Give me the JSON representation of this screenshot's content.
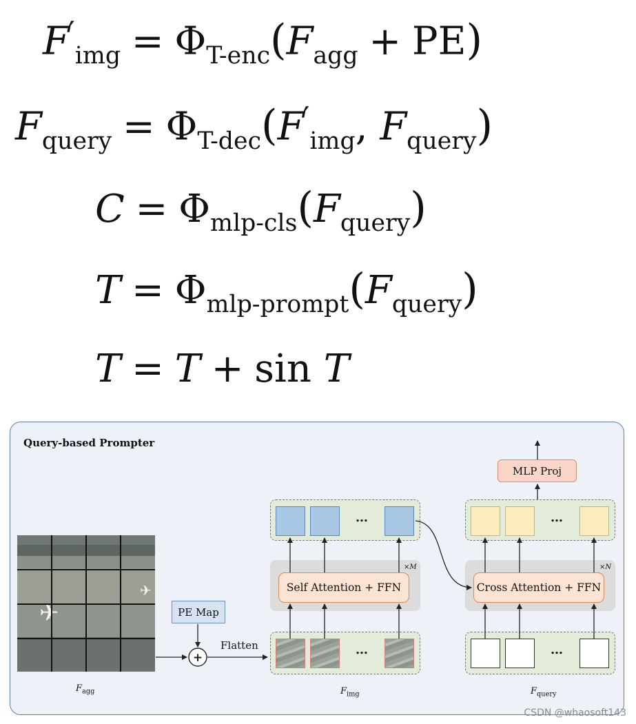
{
  "equations": {
    "eq1": {
      "lhs": "F",
      "lhs_sub": "img",
      "fn_sub": "T-enc",
      "arg1": "F",
      "arg1_sub": "agg",
      "plus": "+",
      "arg2": "PE"
    },
    "eq2": {
      "lhs": "F",
      "lhs_sub": "query",
      "fn_sub": "T-dec",
      "arg1": "F",
      "arg1_sub": "img",
      "arg2": "F",
      "arg2_sub": "query"
    },
    "eq3": {
      "lhs": "C",
      "fn_sub": "mlp-cls",
      "arg": "F",
      "arg_sub": "query"
    },
    "eq4": {
      "lhs": "T",
      "fn_sub": "mlp-prompt",
      "arg": "F",
      "arg_sub": "query"
    },
    "eq5": {
      "lhs": "T",
      "rhs1": "T",
      "plus": "+",
      "fn": "sin",
      "arg": "T"
    }
  },
  "symbols": {
    "equals": "=",
    "phi": "Φ",
    "prime": "′",
    "lparen": "(",
    "rparen": ")",
    "comma": ","
  },
  "diagram": {
    "title": "Query-based Prompter",
    "pe_map": "PE Map",
    "flatten": "Flatten",
    "plus_symbol": "+",
    "self_attention": "Self Attention + FFN",
    "cross_attention": "Cross Attention + FFN",
    "mlp_proj": "MLP Proj",
    "repeat_m": "×M",
    "repeat_n": "×N",
    "dots": "…",
    "label_agg": {
      "main": "F",
      "sub": "agg"
    },
    "label_img": {
      "main": "F",
      "sub": "img"
    },
    "label_query": {
      "main": "F",
      "sub": "query"
    }
  },
  "watermark": "CSDN @whaosoft143"
}
